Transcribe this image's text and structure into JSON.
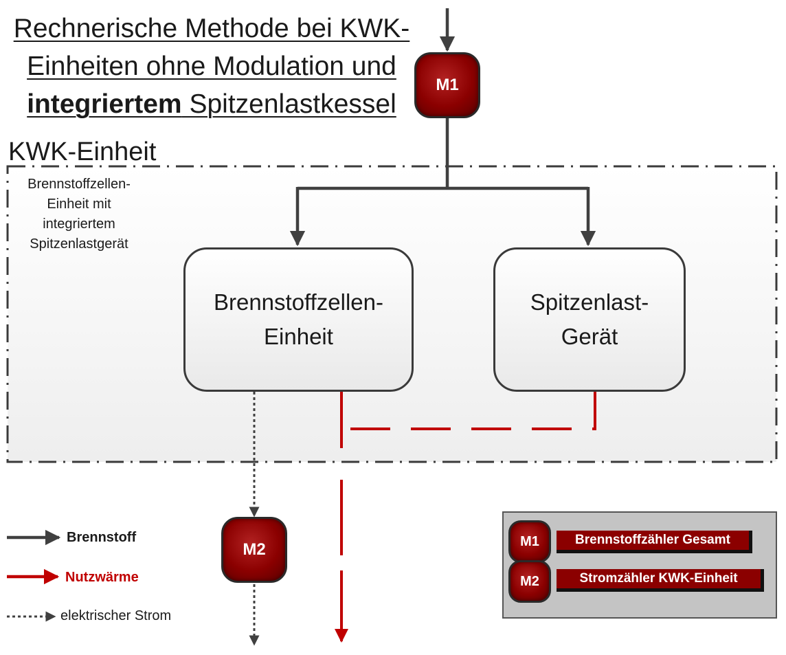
{
  "title": {
    "line1": "Rechnerische Methode bei KWK-",
    "line2": "Einheiten ohne Modulation und",
    "line3_bold": "integriertem",
    "line3_rest": " Spitzenlastkessel"
  },
  "region": {
    "label": "KWK-Einheit",
    "note": "Brennstoffzellen-\nEinheit mit\nintegriertem\nSpitzenlastgerät"
  },
  "nodes": {
    "fuel_cell": "Brennstoffzellen-\nEinheit",
    "peak_unit": "Spitzenlast-\nGerät"
  },
  "meters": {
    "m1": "M1",
    "m2": "M2"
  },
  "legend": {
    "fuel": "Brennstoff",
    "heat": "Nutzwärme",
    "power": "elektrischer Strom"
  },
  "key": [
    {
      "meter": "M1",
      "label": "Brennstoffzähler Gesamt"
    },
    {
      "meter": "M2",
      "label": "Stromzähler KWK-Einheit"
    }
  ],
  "colors": {
    "fuel_line": "#404040",
    "heat_line": "#c00000",
    "meter_fill": "#8b0000",
    "title_text": "#1a1a1a"
  }
}
